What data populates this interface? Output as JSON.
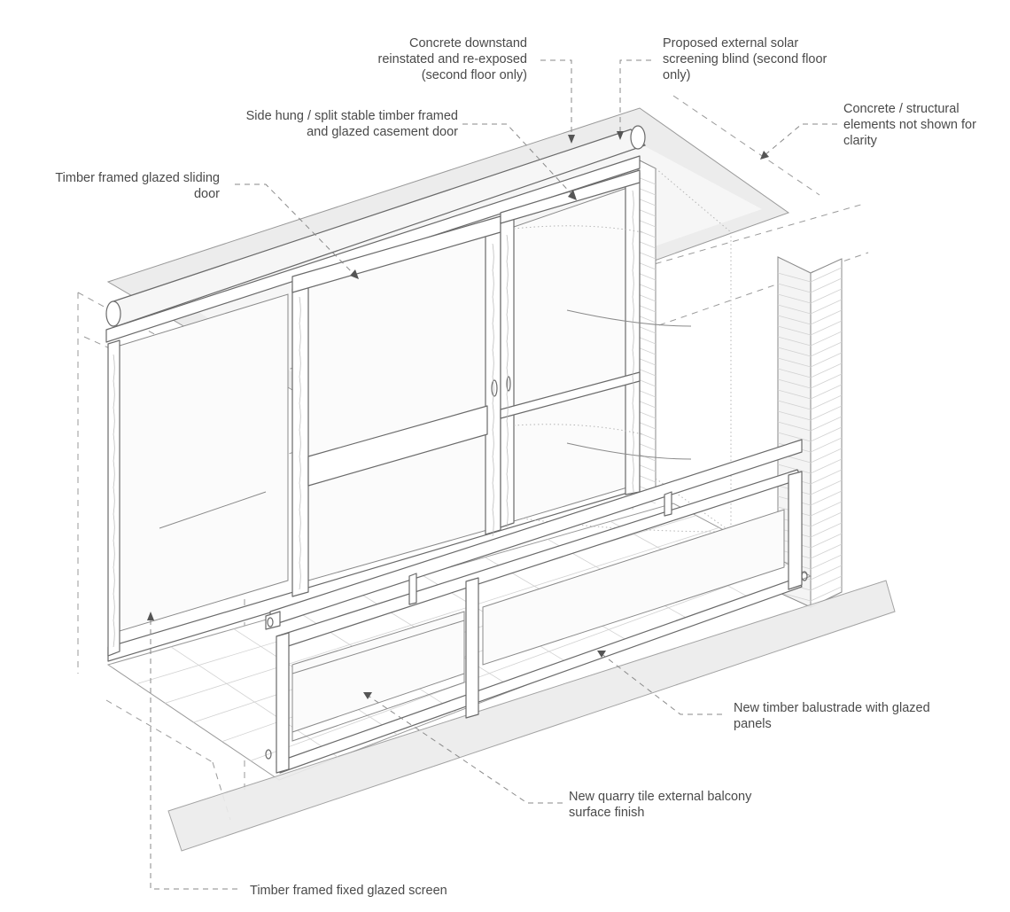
{
  "colors": {
    "line": "#6a6a6a",
    "leader": "#8a8a8a",
    "concrete": "#ececec",
    "text": "#4a4a4a",
    "background": "#ffffff"
  },
  "annotations": {
    "concrete_downstand": "Concrete downstand\nreinstated and re-exposed\n(second floor only)",
    "solar_blind": "Proposed external solar\nscreening blind (second floor\nonly)",
    "casement_door": "Side hung / split stable timber framed\nand glazed casement door",
    "structural_elements": "Concrete / structural\nelements not shown for\nclarity",
    "sliding_door": "Timber framed glazed sliding\ndoor",
    "balustrade": "New timber balustrade with glazed\npanels",
    "quarry_tile": "New quarry tile external balcony\nsurface finish",
    "fixed_screen": "Timber framed fixed glazed screen"
  }
}
